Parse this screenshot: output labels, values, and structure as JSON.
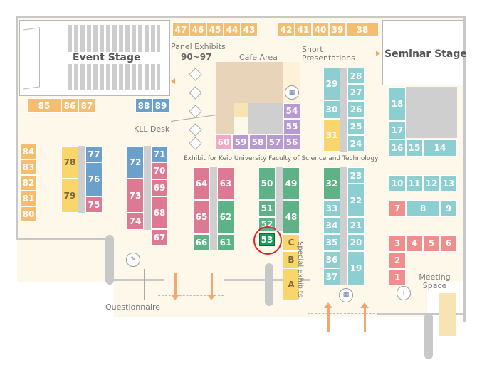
{
  "labels": {
    "event_stage": "Event Stage",
    "seminar_stage": "Seminar Stage",
    "panel_exhibits": "Panel Exhibits",
    "panel_range": "90~97",
    "cafe_area": "Cafe Area",
    "short_presentations": "Short Presentations",
    "kll_desk": "KLL Desk",
    "exhibit_keio": "Exhibit for Keio University Faculty of Science and Technology",
    "special_exhibits": "Special Exhibits",
    "questionnaire": "Questionnaire",
    "meeting_space": "Meeting Space"
  },
  "booths": {
    "b47": "47",
    "b46": "46",
    "b45": "45",
    "b44": "44",
    "b43": "43",
    "b42": "42",
    "b41": "41",
    "b40": "40",
    "b39": "39",
    "b38": "38",
    "b85": "85",
    "b86": "86",
    "b87": "87",
    "b88": "88",
    "b89": "89",
    "b84": "84",
    "b83": "83",
    "b82": "82",
    "b81": "81",
    "b80": "80",
    "b78": "78",
    "b79": "79",
    "b77": "77",
    "b76": "76",
    "b75": "75",
    "b72": "72",
    "b73": "73",
    "b74": "74",
    "b71": "71",
    "b70": "70",
    "b69": "69",
    "b68": "68",
    "b67": "67",
    "b64": "64",
    "b65": "65",
    "b66": "66",
    "b63": "63",
    "b62": "62",
    "b61": "61",
    "b60": "60",
    "b59": "59",
    "b58": "58",
    "b57": "57",
    "b56": "56",
    "b54": "54",
    "b55": "55",
    "b50": "50",
    "b51": "51",
    "b52": "52",
    "b53": "53",
    "b49": "49",
    "b48": "48",
    "bC": "C",
    "bB": "B",
    "bA": "A",
    "b32": "32",
    "b33": "33",
    "b34": "34",
    "b35": "35",
    "b36": "36",
    "b37": "37",
    "b29": "29",
    "b30": "30",
    "b31": "31",
    "b28": "28",
    "b27": "27",
    "b26": "26",
    "b25": "25",
    "b24": "24",
    "b23": "23",
    "b22": "22",
    "b21": "21",
    "b20": "20",
    "b19": "19",
    "b18": "18",
    "b17": "17",
    "b16": "16",
    "b15": "15",
    "b14": "14",
    "b10": "10",
    "b11": "11",
    "b12": "12",
    "b13": "13",
    "b7": "7",
    "b8": "8",
    "b9": "9",
    "b3": "3",
    "b4": "4",
    "b5": "5",
    "b6": "6",
    "b2": "2",
    "b1": "1"
  },
  "colors": {
    "orange": "#f7bd6e",
    "blue": "#6b9fcc",
    "pink": "#dc7993",
    "green": "#5fb287",
    "teal": "#8dcfd0",
    "lavender": "#b79bd0",
    "yellow": "#f8d66b",
    "coral": "#ef8f8d",
    "highlight_booth": "#189b5e",
    "highlight_ring": "#d9252b"
  },
  "highlighted_booth": "53"
}
